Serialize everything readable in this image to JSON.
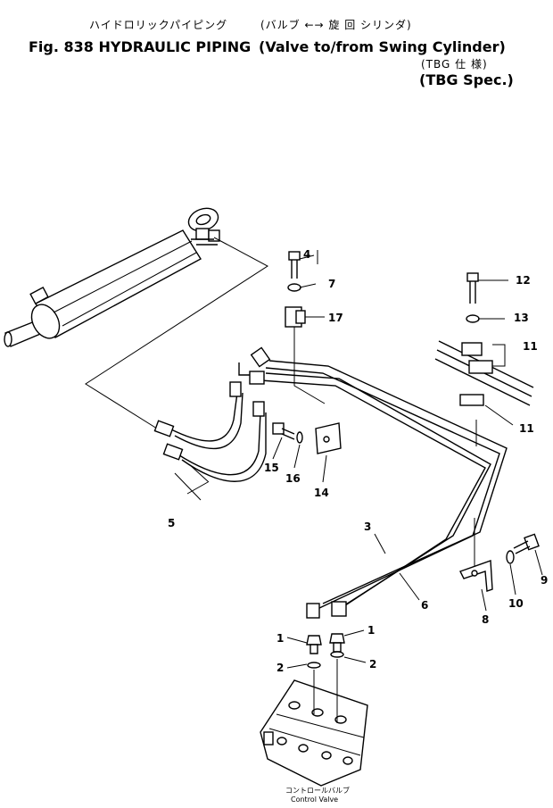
{
  "title": {
    "japanese": "ハイドロリックパイピング",
    "japanese_paren": "(バルブ ←→ 旋 回 シリンダ)",
    "fig": "Fig. 838 HYDRAULIC PIPING",
    "paren": "(Valve to/from Swing Cylinder)",
    "spec_jp": "(TBG 仕 様)",
    "spec_en": "(TBG Spec.)"
  },
  "callouts": {
    "p1a": "1",
    "p1b": "1",
    "p2a": "2",
    "p2b": "2",
    "p3": "3",
    "p4": "4",
    "p5": "5",
    "p6": "6",
    "p7": "7",
    "p8": "8",
    "p9": "9",
    "p10": "10",
    "p11a": "11",
    "p11b": "11",
    "p12": "12",
    "p13": "13",
    "p14": "14",
    "p15": "15",
    "p16": "16",
    "p17": "17"
  },
  "caption": {
    "japanese": "コントロールバルブ",
    "english": "Control Valve"
  }
}
